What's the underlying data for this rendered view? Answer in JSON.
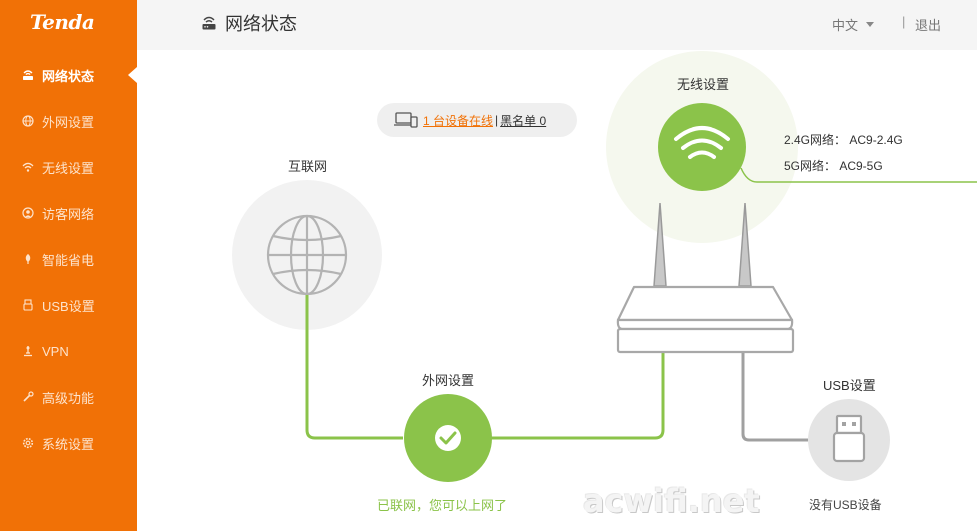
{
  "brand": {
    "logo_text": "Tenda",
    "accent_color": "#f17106",
    "success_color": "#8bc34a"
  },
  "sidebar": {
    "items": [
      {
        "label": "网络状态",
        "icon": "router-icon",
        "active": true
      },
      {
        "label": "外网设置",
        "icon": "globe-icon",
        "active": false
      },
      {
        "label": "无线设置",
        "icon": "wifi-icon",
        "active": false
      },
      {
        "label": "访客网络",
        "icon": "guest-icon",
        "active": false
      },
      {
        "label": "智能省电",
        "icon": "power-save-icon",
        "active": false
      },
      {
        "label": "USB设置",
        "icon": "usb-icon",
        "active": false
      },
      {
        "label": "VPN",
        "icon": "vpn-icon",
        "active": false
      },
      {
        "label": "高级功能",
        "icon": "tools-icon",
        "active": false
      },
      {
        "label": "系统设置",
        "icon": "gear-icon",
        "active": false
      }
    ]
  },
  "header": {
    "title": "网络状态",
    "language": "中文",
    "separator": "|",
    "logout": "退出"
  },
  "main": {
    "devices": {
      "online": "1 台设备在线",
      "separator": "|",
      "blacklist": "黑名单 0"
    },
    "internet": {
      "label": "互联网"
    },
    "wan": {
      "label": "外网设置",
      "status": "已联网，您可以上网了"
    },
    "wireless": {
      "label": "无线设置",
      "ssid_24": "2.4G网络： AC9-2.4G",
      "ssid_5": "5G网络： AC9-5G"
    },
    "usb": {
      "label": "USB设置",
      "status": "没有USB设备"
    }
  },
  "watermark": "acwifi.net"
}
